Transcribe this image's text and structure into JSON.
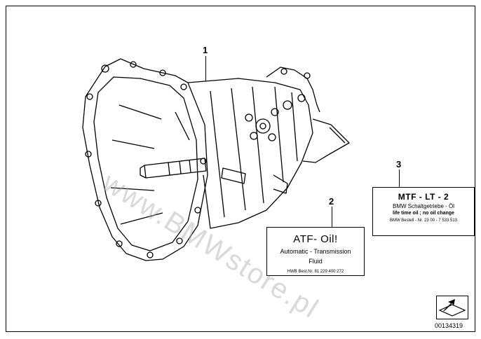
{
  "callouts": {
    "one": "1",
    "two": "2",
    "three": "3"
  },
  "atf_label": {
    "title": "ATF- Oil!",
    "line1": "Automatic - Transmission",
    "line2": "Fluid",
    "order": "HWB Best.Nr. 81 229 400 272"
  },
  "mtf_label": {
    "title": "MTF - LT - 2",
    "line1": "BMW Schaltgetriebe - Öl",
    "line2": "life time oil ; no oil change",
    "order": "BMW Bestell - Nr. 23 00 - 7 533 513"
  },
  "watermark": "www.BMWstore.pl",
  "diagram_id": "00134319",
  "icons": {
    "nav": "arrow-icon"
  }
}
